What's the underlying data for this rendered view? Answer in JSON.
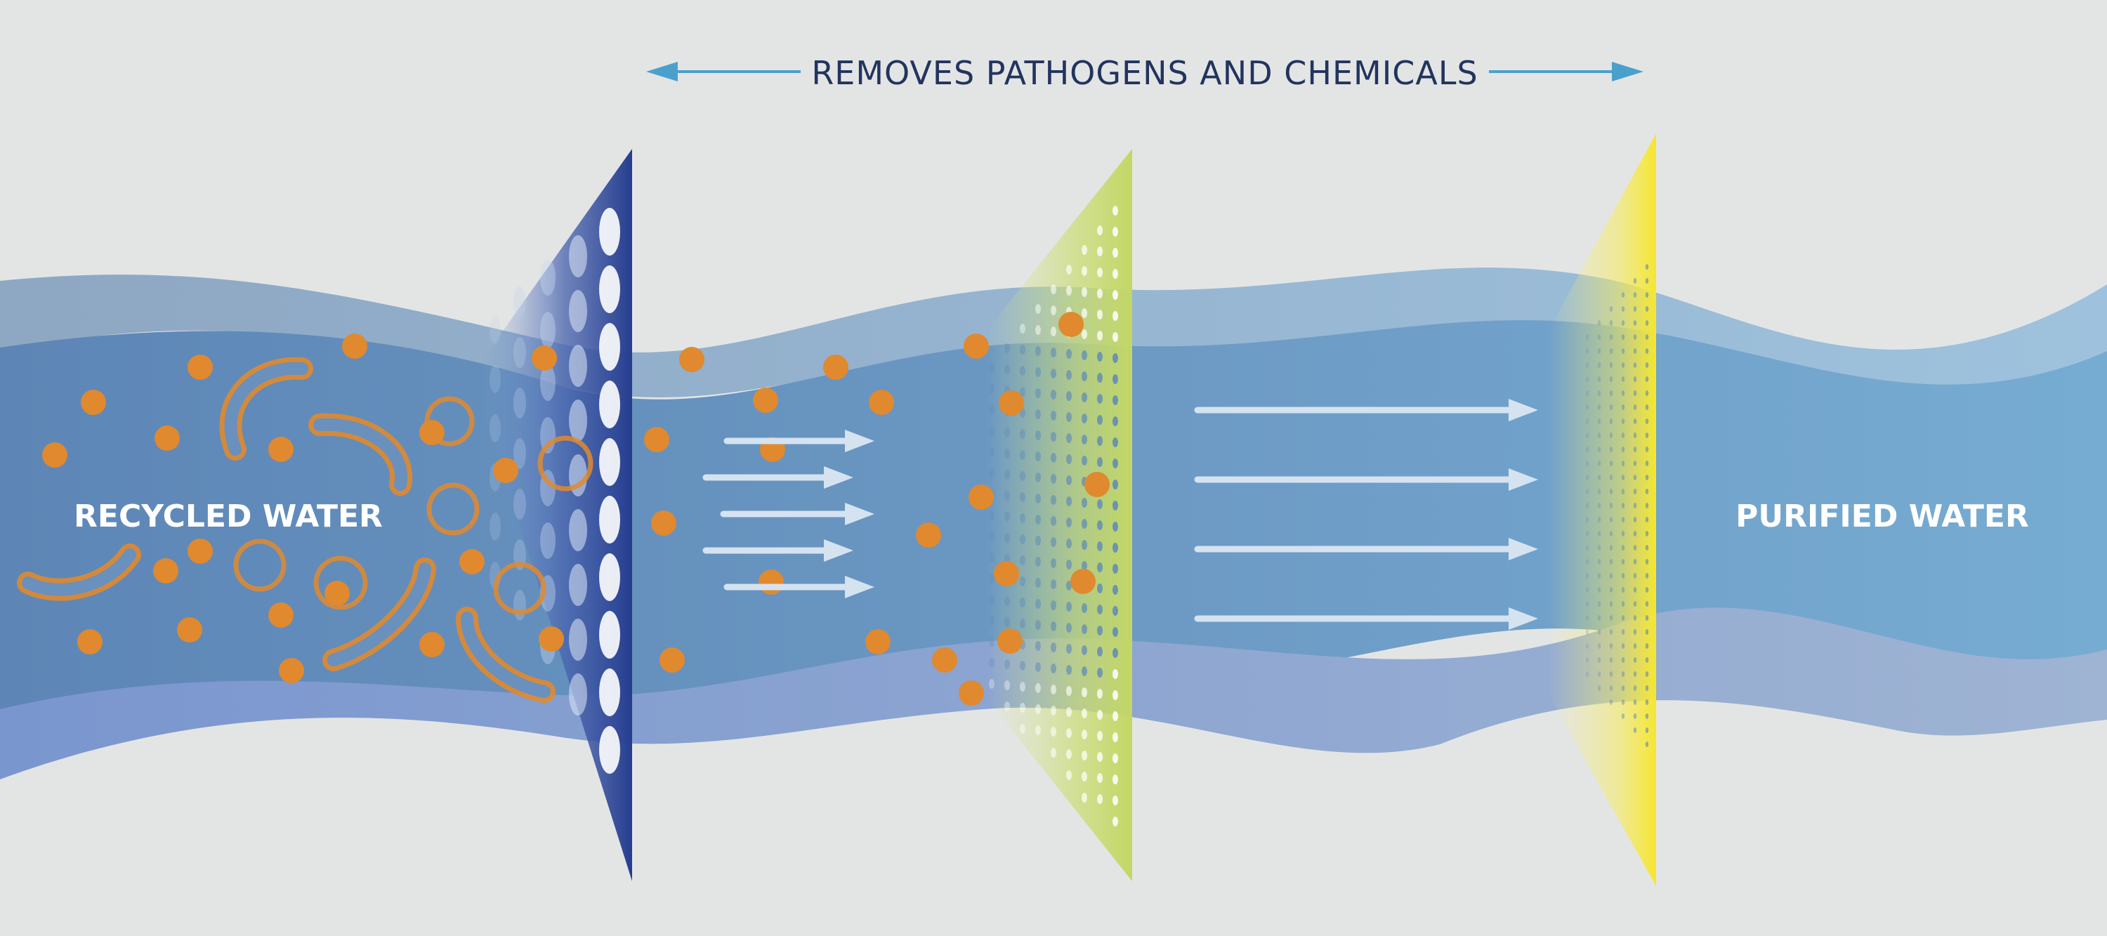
{
  "header": {
    "title": "REMOVES PATHOGENS AND CHEMICALS"
  },
  "labels": {
    "input": "RECYCLED WATER",
    "output": "PURIFIED WATER"
  },
  "colors": {
    "background": "#e3e5e5",
    "title_text": "#22345e",
    "title_arrow": "#4aa0cc",
    "label_text": "#ffffff",
    "contaminant": "#e0892f",
    "flow_arrow": "#d5e3f0",
    "filter_1": "#2e4596",
    "filter_2": "#c6da6c",
    "filter_3": "#f5ea3c",
    "water_top_band": "#8faec6",
    "water_body": "#6a96c0",
    "water_bottom_band": "#7d99cc"
  },
  "icons": {
    "title_arrow_left": "arrow-left-icon",
    "title_arrow_right": "arrow-right-icon",
    "filter_1": "microfiltration-membrane-icon",
    "filter_2": "reverse-osmosis-membrane-icon",
    "filter_3": "uv-light-panel-icon",
    "contaminant_dot": "chemical-particle-icon",
    "contaminant_blob": "pathogen-icon"
  }
}
